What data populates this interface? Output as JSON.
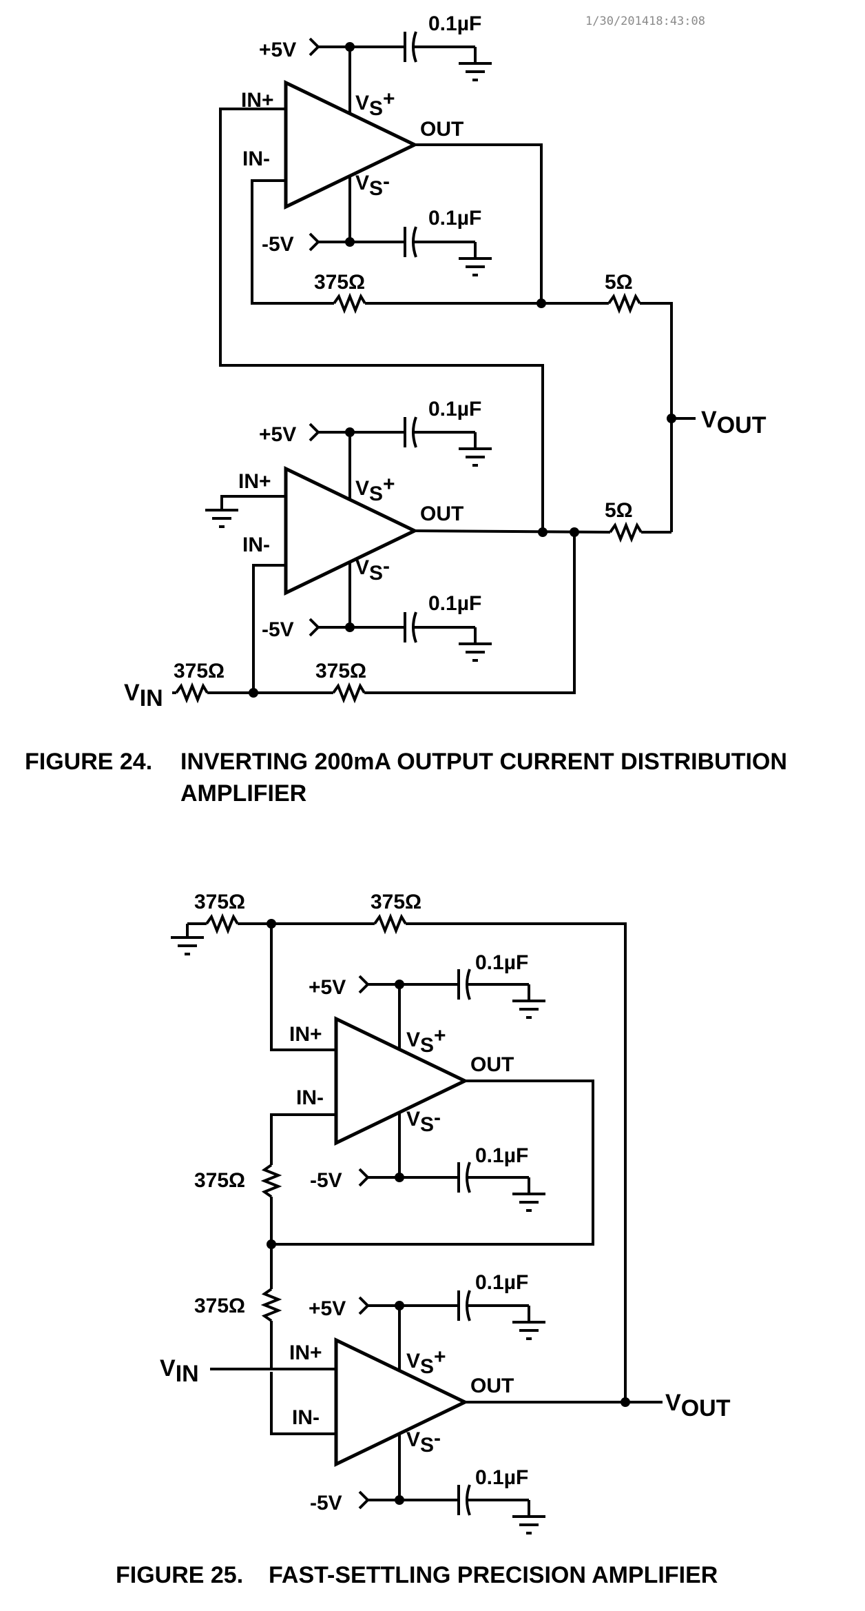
{
  "timestamp": "1/30/201418:43:08",
  "figure24": {
    "number": "FIGURE 24.",
    "title_line1": "INVERTING 200mA OUTPUT CURRENT DISTRIBUTION",
    "title_line2": "AMPLIFIER",
    "amp_a": {
      "supply_pos": "+5V",
      "supply_neg": "-5V",
      "cap_pos": "0.1µF",
      "cap_neg": "0.1µF",
      "in_plus": "IN+",
      "in_minus": "IN-",
      "out": "OUT"
    },
    "amp_b": {
      "supply_pos": "+5V",
      "supply_neg": "-5V",
      "cap_pos": "0.1µF",
      "cap_neg": "0.1µF",
      "in_plus": "IN+",
      "in_minus": "IN-",
      "out": "OUT"
    },
    "r_feedback_a": "375Ω",
    "r_out_a": "5Ω",
    "r_out_b": "5Ω",
    "r_input": "375Ω",
    "r_feedback_b": "375Ω",
    "vin": {
      "main": "V",
      "sub": "IN"
    },
    "vout": {
      "main": "V",
      "sub": "OUT"
    }
  },
  "figure25": {
    "number": "FIGURE 25.",
    "title": "FAST-SETTLING PRECISION AMPLIFIER",
    "r_top_left": "375Ω",
    "r_top_right": "375Ω",
    "r_mid": "375Ω",
    "r_low": "375Ω",
    "amp_a": {
      "supply_pos": "+5V",
      "supply_neg": "-5V",
      "cap_pos": "0.1µF",
      "cap_neg": "0.1µF",
      "in_plus": "IN+",
      "in_minus": "IN-",
      "out": "OUT"
    },
    "amp_b": {
      "supply_pos": "+5V",
      "supply_neg": "-5V",
      "cap_pos": "0.1µF",
      "cap_neg": "0.1µF",
      "in_plus": "IN+",
      "in_minus": "IN-",
      "out": "OUT"
    },
    "vin": {
      "main": "V",
      "sub": "IN"
    },
    "vout": {
      "main": "V",
      "sub": "OUT"
    }
  },
  "vs_label": {
    "main": "V",
    "sub": "S",
    "plus": "+",
    "minus": "-"
  }
}
